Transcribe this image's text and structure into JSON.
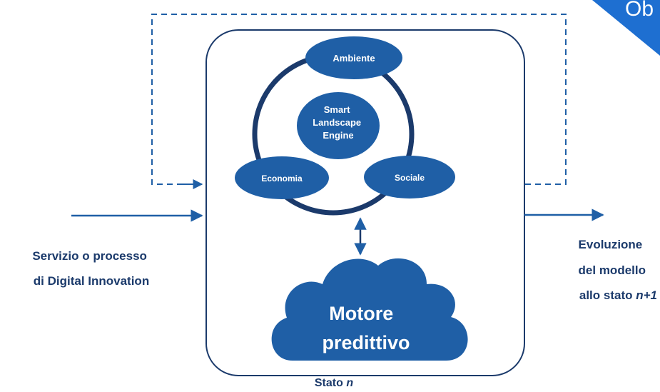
{
  "corner_badge": {
    "text": "Ob"
  },
  "center_node": {
    "line1": "Smart",
    "line2": "Landscape",
    "line3": "Engine"
  },
  "pillars": {
    "top": "Ambiente",
    "left": "Economia",
    "right": "Sociale"
  },
  "cloud": {
    "line1": "Motore",
    "line2": "predittivo"
  },
  "input": {
    "line1": "Servizio o processo",
    "line2": "di Digital Innovation"
  },
  "output": {
    "line1": "Evoluzione",
    "line2": "del modello",
    "line3_prefix": "allo stato ",
    "line3_var": "n+1"
  },
  "state": {
    "prefix": "Stato ",
    "var": "n"
  },
  "colors": {
    "primary": "#1f5fa6",
    "dark": "#1b3a6b",
    "badge": "#1e6fd1"
  }
}
